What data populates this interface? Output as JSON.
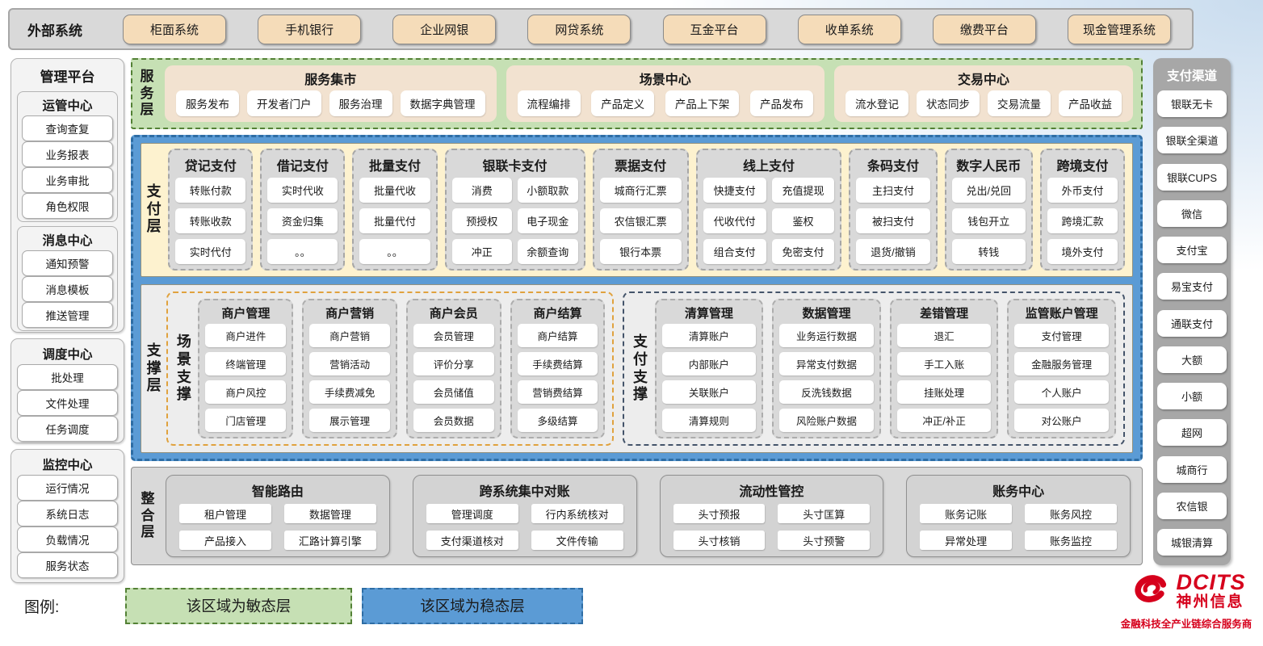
{
  "external": {
    "label": "外部系统",
    "items": [
      "柜面系统",
      "手机银行",
      "企业网银",
      "网贷系统",
      "互金平台",
      "收单系统",
      "缴费平台",
      "现金管理系统"
    ]
  },
  "management": {
    "title": "管理平台",
    "groups": [
      {
        "title": "运管中心",
        "items": [
          "查询查复",
          "业务报表",
          "业务审批",
          "角色权限"
        ]
      },
      {
        "title": "消息中心",
        "items": [
          "通知预警",
          "消息模板",
          "推送管理"
        ]
      },
      {
        "title": "调度中心",
        "items": [
          "批处理",
          "文件处理",
          "任务调度"
        ]
      },
      {
        "title": "监控中心",
        "items": [
          "运行情况",
          "系统日志",
          "负载情况",
          "服务状态"
        ]
      }
    ]
  },
  "service_layer": {
    "label": "服务层",
    "groups": [
      {
        "title": "服务集市",
        "items": [
          "服务发布",
          "开发者门户",
          "服务治理",
          "数据字典管理"
        ]
      },
      {
        "title": "场景中心",
        "items": [
          "流程编排",
          "产品定义",
          "产品上下架",
          "产品发布"
        ]
      },
      {
        "title": "交易中心",
        "items": [
          "流水登记",
          "状态同步",
          "交易流量",
          "产品收益"
        ]
      }
    ]
  },
  "payment_layer": {
    "label": "支付层",
    "columns": [
      {
        "title": "贷记支付",
        "items": [
          "转账付款",
          "转账收款",
          "实时代付"
        ]
      },
      {
        "title": "借记支付",
        "items": [
          "实时代收",
          "资金归集",
          "。。"
        ]
      },
      {
        "title": "批量支付",
        "items": [
          "批量代收",
          "批量代付",
          "。。"
        ]
      },
      {
        "title": "银联卡支付",
        "items": [
          "消费",
          "小额取款",
          "预授权",
          "电子现金",
          "冲正",
          "余额查询"
        ]
      },
      {
        "title": "票据支付",
        "items": [
          "城商行汇票",
          "农信银汇票",
          "银行本票"
        ]
      },
      {
        "title": "线上支付",
        "items": [
          "快捷支付",
          "充值提现",
          "代收代付",
          "鉴权",
          "组合支付",
          "免密支付"
        ]
      },
      {
        "title": "条码支付",
        "items": [
          "主扫支付",
          "被扫支付",
          "退货/撤销"
        ]
      },
      {
        "title": "数字人民币",
        "items": [
          "兑出/兑回",
          "钱包开立",
          "转钱"
        ]
      },
      {
        "title": "跨境支付",
        "items": [
          "外币支付",
          "跨境汇款",
          "境外支付"
        ]
      }
    ]
  },
  "support_layer": {
    "label": "支撑层",
    "sections": [
      {
        "label": "场景支撑",
        "columns": [
          {
            "title": "商户管理",
            "items": [
              "商户进件",
              "终端管理",
              "商户风控",
              "门店管理"
            ]
          },
          {
            "title": "商户营销",
            "items": [
              "商户营销",
              "营销活动",
              "手续费减免",
              "展示管理"
            ]
          },
          {
            "title": "商户会员",
            "items": [
              "会员管理",
              "评价分享",
              "会员储值",
              "会员数据"
            ]
          },
          {
            "title": "商户结算",
            "items": [
              "商户结算",
              "手续费结算",
              "营销费结算",
              "多级结算"
            ]
          }
        ]
      },
      {
        "label": "支付支撑",
        "columns": [
          {
            "title": "清算管理",
            "items": [
              "清算账户",
              "内部账户",
              "关联账户",
              "清算规则"
            ]
          },
          {
            "title": "数据管理",
            "items": [
              "业务运行数据",
              "异常支付数据",
              "反洗钱数据",
              "风险账户数据"
            ]
          },
          {
            "title": "差错管理",
            "items": [
              "退汇",
              "手工入账",
              "挂账处理",
              "冲正/补正"
            ]
          },
          {
            "title": "监管账户管理",
            "items": [
              "支付管理",
              "金融服务管理",
              "个人账户",
              "对公账户"
            ]
          }
        ]
      }
    ]
  },
  "integration_layer": {
    "label": "整合层",
    "groups": [
      {
        "title": "智能路由",
        "items": [
          "租户管理",
          "数据管理",
          "产品接入",
          "汇路计算引擎"
        ]
      },
      {
        "title": "跨系统集中对账",
        "items": [
          "管理调度",
          "行内系统核对",
          "支付渠道核对",
          "文件传输"
        ]
      },
      {
        "title": "流动性管控",
        "items": [
          "头寸预报",
          "头寸匡算",
          "头寸核销",
          "头寸预警"
        ]
      },
      {
        "title": "账务中心",
        "items": [
          "账务记账",
          "账务风控",
          "异常处理",
          "账务监控"
        ]
      }
    ]
  },
  "channels": {
    "title": "支付渠道",
    "items": [
      "银联无卡",
      "银联全渠道",
      "银联CUPS",
      "微信",
      "支付宝",
      "易宝支付",
      "通联支付",
      "大额",
      "小额",
      "超网",
      "城商行",
      "农信银",
      "城银清算"
    ]
  },
  "legend": {
    "label": "图例:",
    "items": [
      {
        "text": "该区域为敏态层",
        "type": "green"
      },
      {
        "text": "该区域为稳态层",
        "type": "blue"
      }
    ]
  },
  "logo": {
    "brand": "DCITS",
    "cn": "神州信息",
    "tagline": "金融科技全产业链综合服务商"
  },
  "colors": {
    "agile_green": "#c6e0b4",
    "agile_border": "#538135",
    "stable_blue": "#5b9bd5",
    "stable_border": "#2e6da4",
    "external_tan": "#f5dcb9",
    "brand_red": "#d6001c"
  }
}
